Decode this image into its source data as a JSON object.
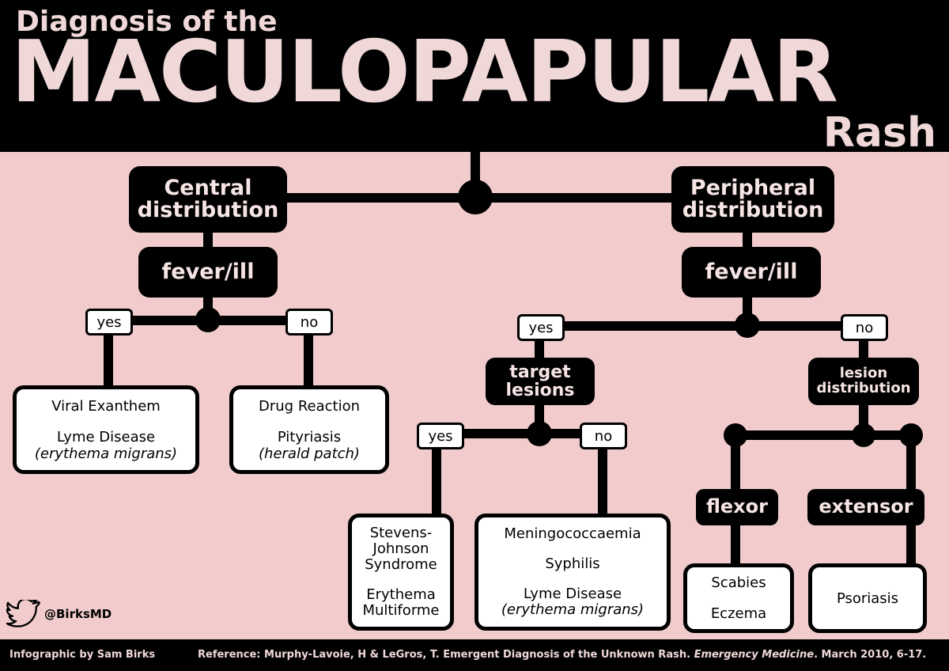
{
  "title": {
    "line1": "Diagnosis of the",
    "line2": "MACULOPAPULAR",
    "line3": "Rash"
  },
  "central": {
    "label": [
      "Central",
      "distribution"
    ],
    "fever": "fever/ill",
    "yes": "yes",
    "no": "no",
    "yes_result": [
      "Viral Exanthem",
      "",
      "Lyme Disease",
      "(erythema migrans)"
    ],
    "no_result": [
      "Drug Reaction",
      "",
      "Pityriasis",
      "(herald patch)"
    ]
  },
  "peripheral": {
    "label": [
      "Peripheral",
      "distribution"
    ],
    "fever": "fever/ill",
    "yes": "yes",
    "no": "no",
    "target": {
      "label": [
        "target",
        "lesions"
      ],
      "yes": "yes",
      "no": "no",
      "yes_result": [
        "Stevens-",
        "Johnson",
        "Syndrome",
        "",
        "Erythema",
        "Multiforme"
      ],
      "no_result": [
        "Meningococcaemia",
        "",
        "Syphilis",
        "",
        "Lyme Disease",
        "(erythema migrans)"
      ]
    },
    "lesion": {
      "label": [
        "lesion",
        "distribution"
      ],
      "flexor": "flexor",
      "extensor": "extensor",
      "flexor_result": [
        "Scabies",
        "",
        "Eczema"
      ],
      "extensor_result": [
        "Psoriasis"
      ]
    }
  },
  "twitter": {
    "icon": "twitter-bird-icon",
    "handle": "@BirksMD"
  },
  "footer": {
    "credit": "Infographic by Sam Birks",
    "reference_prefix": "Reference: Murphy-Lavoie, H & LeGros, T. Emergent Diagnosis of the Unknown Rash.",
    "reference_journal": "Emergency Medicine",
    "reference_suffix": ". March 2010, 6-17."
  }
}
